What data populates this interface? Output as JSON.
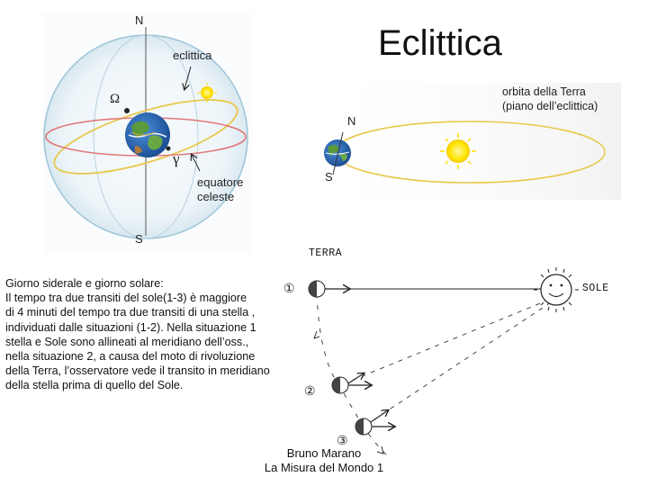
{
  "title": "Eclittica",
  "celestial_sphere": {
    "north_label": "N",
    "south_label": "S",
    "ecliptic_label": "eclittica",
    "node_label": "Ω",
    "vernal_point_label": "γ",
    "equator_label_line1": "equatore",
    "equator_label_line2": "celeste"
  },
  "orbit_diagram": {
    "orbit_label_line1": "orbita della Terra",
    "orbit_label_line2": "(piano dell’eclittica)",
    "north_label": "N",
    "south_label": "S"
  },
  "transit_diagram": {
    "earth_label": "TERRA",
    "sun_label": "SOLE",
    "position_1": "①",
    "position_2": "②",
    "position_3": "③"
  },
  "body_text": {
    "line1": "Giorno siderale e giorno solare:",
    "line2": "Il tempo tra due transiti del sole(1-3) è maggiore",
    "line3": "di 4 minuti del tempo tra due transiti di una stella ,",
    "line4": "individuati  dalle situazioni (1-2). Nella situazione 1",
    "line5": "stella e Sole sono allineati al meridiano dell’oss.,",
    "line6": "nella situazione 2, a causa del moto di rivoluzione",
    "line7": "della Terra, l’osservatore vede il transito in meridiano",
    "line8": "della stella prima di quello del Sole."
  },
  "credits": {
    "author": "Bruno Marano",
    "source": "La Misura del Mondo 1"
  },
  "colors": {
    "ecliptic": "#e8c84a",
    "equator": "#e07a7a",
    "sphere_outline": "#9cc4d8",
    "sun": "#ffe600",
    "earth_ocean": "#2f73c8",
    "earth_land": "#5a9a3a"
  }
}
